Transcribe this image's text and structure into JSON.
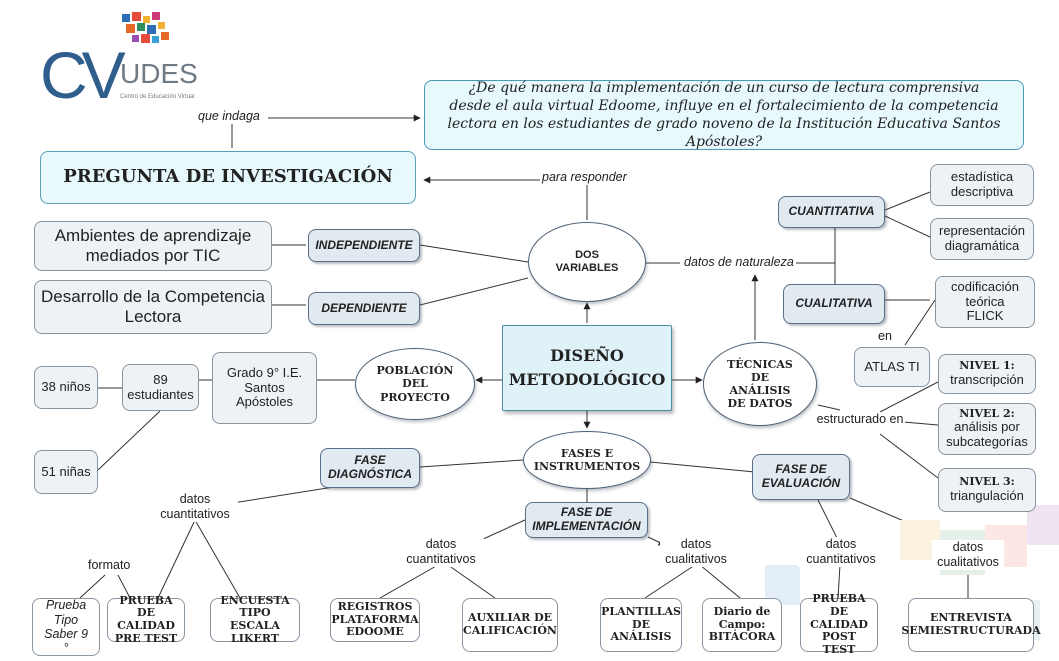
{
  "logo": {
    "letters": "CV",
    "name": "UDES",
    "tagline": "Centro de Educación Virtual"
  },
  "link_que_indaga": "que indaga",
  "link_para_responder": "para responder",
  "research_question": "¿De qué manera la implementación de un curso de lectura comprensiva desde el aula virtual Edoome, influye en el fortalecimiento de la competencia lectora en los estudiantes de grado noveno de la Institución Educativa Santos Apóstoles?",
  "title_box": "PREGUNTA DE  INVESTIGACIÓN",
  "center": "DISEÑO METODOLÓGICO",
  "variables": {
    "node": "DOS VARIABLES",
    "independent_tag": "INDEPENDIENTE",
    "independent_text": "Ambientes de aprendizaje mediados por TIC",
    "dependent_tag": "DEPENDIENTE",
    "dependent_text": "Desarrollo de la Competencia Lectora",
    "link": "datos de naturaleza"
  },
  "data_types": {
    "quant_tag": "CUANTITATIVA",
    "quant_a": "estadística descriptiva",
    "quant_b": "representación diagramática",
    "qual_tag": "CUALITATIVA",
    "qual_a": "codificación teórica FLICK",
    "link_en": "en",
    "tool": "ATLAS TI"
  },
  "population": {
    "node": "POBLACIÓN DEL PROYECTO",
    "group": "Grado 9° I.E. Santos Apóstoles",
    "total": "89 estudiantes",
    "boys": "38 niños",
    "girls": "51 niñas"
  },
  "analysis": {
    "node": "TÉCNICAS DE ANÁLISIS DE DATOS",
    "link": "estructurado en",
    "level1_title": "NIVEL 1:",
    "level1_text": "transcripción",
    "level2_title": "NIVEL 2:",
    "level2_text": "análisis por subcategorías",
    "level3_title": "NIVEL 3:",
    "level3_text": "triangulación"
  },
  "phases": {
    "node": "FASES E INSTRUMENTOS",
    "diag_tag": "FASE DIAGNÓSTICA",
    "impl_tag": "FASE DE IMPLEMENTACIÓN",
    "eval_tag": "FASE DE EVALUACIÓN",
    "datos_cuant": "datos cuantitativos",
    "datos_cual": "datos cualitativos",
    "formato": "formato",
    "prueba_tipo": "Prueba Tipo Saber 9 °",
    "pre_test": "PRUEBA DE CALIDAD PRE TEST",
    "encuesta": "ENCUESTA TIPO ESCALA LIKERT",
    "registros": "REGISTROS PLATAFORMA EDOOME",
    "auxiliar": "AUXILIAR DE CALIFICACIÓN",
    "plantillas": "PLANTILLAS DE ANÁLISIS",
    "diario": "Diario de Campo: BITÁCORA",
    "post_test": "PRUEBA DE CALIDAD POST TEST",
    "entrevista": "ENTREVISTA SEMIESTRUCTURADA"
  }
}
